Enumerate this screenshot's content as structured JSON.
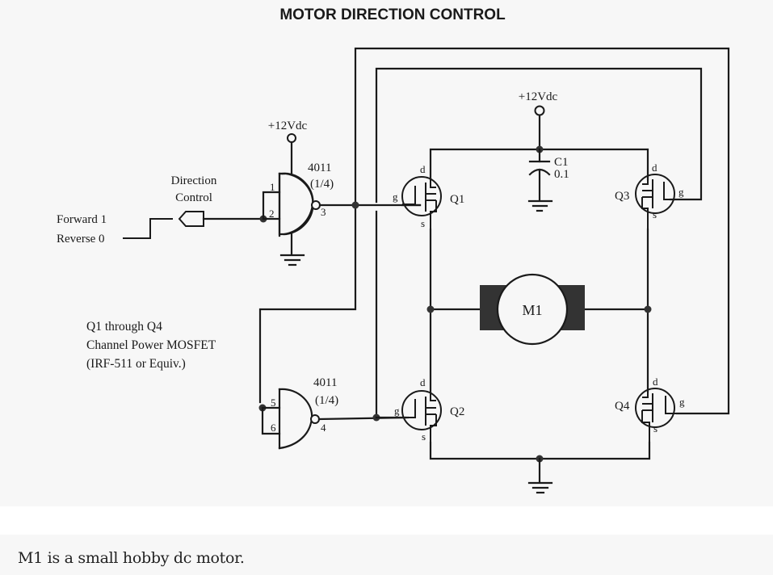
{
  "diagram": {
    "title": "MOTOR DIRECTION CONTROL",
    "supply_label": "+12Vdc",
    "input": {
      "label_line1": "Direction",
      "label_line2": "Control",
      "forward_label": "Forward  1",
      "reverse_label": "Reverse  0"
    },
    "gates": [
      {
        "chip": "4011",
        "portion": "(1/4)",
        "pins": [
          "1",
          "2",
          "3"
        ]
      },
      {
        "chip": "4011",
        "portion": "(1/4)",
        "pins": [
          "5",
          "6",
          "4"
        ]
      }
    ],
    "transistors": [
      {
        "name": "Q1",
        "drain": "d",
        "gate": "g",
        "source": "s"
      },
      {
        "name": "Q2",
        "drain": "d",
        "gate": "g",
        "source": "s"
      },
      {
        "name": "Q3",
        "drain": "d",
        "gate": "g",
        "source": "s"
      },
      {
        "name": "Q4",
        "drain": "d",
        "gate": "g",
        "source": "s"
      }
    ],
    "capacitor": {
      "name": "C1",
      "value": "0.1"
    },
    "motor": {
      "name": "M1"
    },
    "note": {
      "line1": "Q1 through Q4",
      "line2": "Channel Power MOSFET",
      "line3": "(IRF-511 or Equiv.)"
    }
  },
  "caption": "M1 is a small hobby dc motor."
}
